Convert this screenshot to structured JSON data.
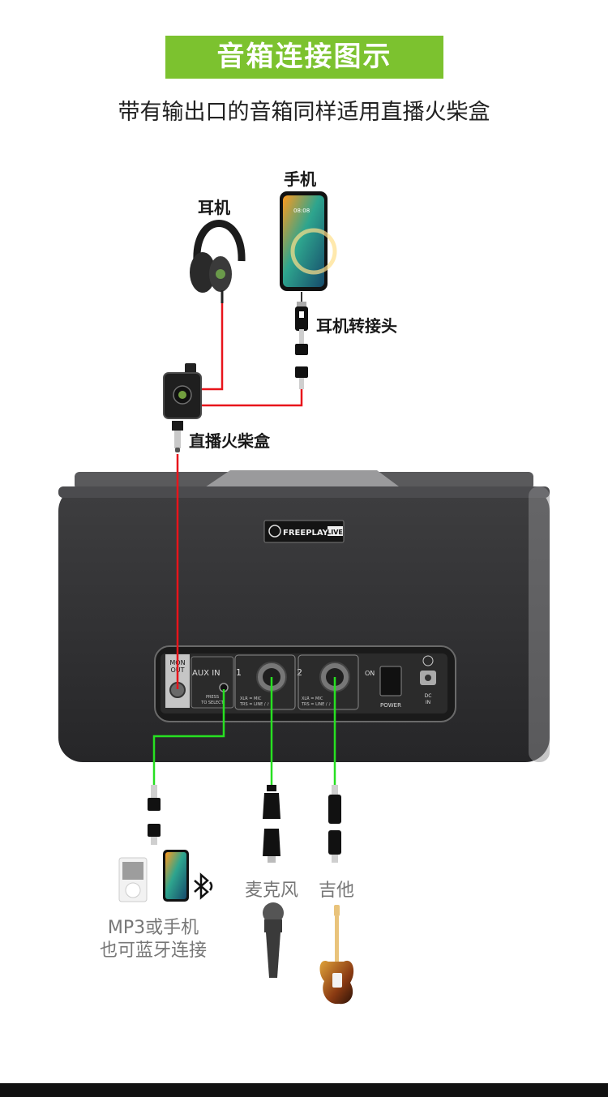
{
  "header": {
    "title": "音箱连接图示",
    "subtitle": "带有输出口的音箱同样适用直播火柴盒"
  },
  "labels": {
    "headphones": "耳机",
    "phone": "手机",
    "adapter": "耳机转接头",
    "livebox": "直播火柴盒",
    "mp3_line1": "MP3或手机",
    "mp3_line2": "也可蓝牙连接",
    "mic": "麦克风",
    "guitar": "吉他"
  },
  "speaker": {
    "brand": "FREEPLAY",
    "badge": "LIVE",
    "mon_out_line1": "MON",
    "mon_out_line2": "OUT",
    "aux_in": "AUX IN",
    "press_line1": "PRESS",
    "press_line2": "TO SELECT",
    "ch1": "1",
    "ch2": "2",
    "xlr_line1": "XLR = MIC",
    "xlr_line2": "TRS = LINE / ♪",
    "on": "ON",
    "power": "POWER",
    "dc_line1": "DC",
    "dc_line2": "IN"
  },
  "phone_time": "08:08",
  "colors": {
    "banner": "#7cc22f",
    "red_cable": "#e8141b",
    "green_cable": "#27e021"
  }
}
